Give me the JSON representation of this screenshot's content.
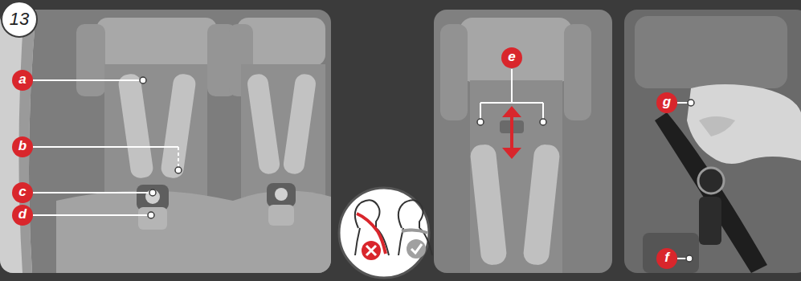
{
  "diagram": {
    "labels": [
      "13",
      "a",
      "b",
      "c",
      "d",
      "e",
      "g",
      "f"
    ]
  }
}
